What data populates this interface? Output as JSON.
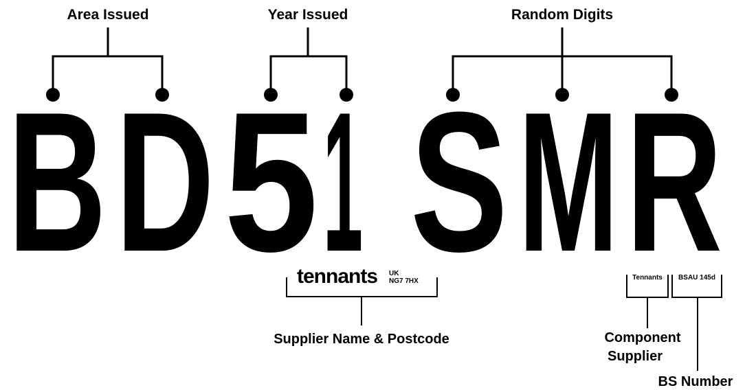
{
  "labels": {
    "area_issued": "Area Issued",
    "year_issued": "Year Issued",
    "random_digits": "Random Digits",
    "supplier_name_postcode": "Supplier Name & Postcode",
    "component_supplier_line1": "Component",
    "component_supplier_line2": "Supplier",
    "bs_number": "BS Number"
  },
  "plate": {
    "characters": [
      "B",
      "D",
      "5",
      "1",
      "S",
      "M",
      "R"
    ]
  },
  "supplier_mark": {
    "brand": "tennants",
    "country": "UK",
    "postcode": "NG7 7HX"
  },
  "component_mark": {
    "supplier": "Tennants",
    "bs_code": "BSAU 145d"
  },
  "colors": {
    "ink": "#000000",
    "background": "#ffffff"
  }
}
